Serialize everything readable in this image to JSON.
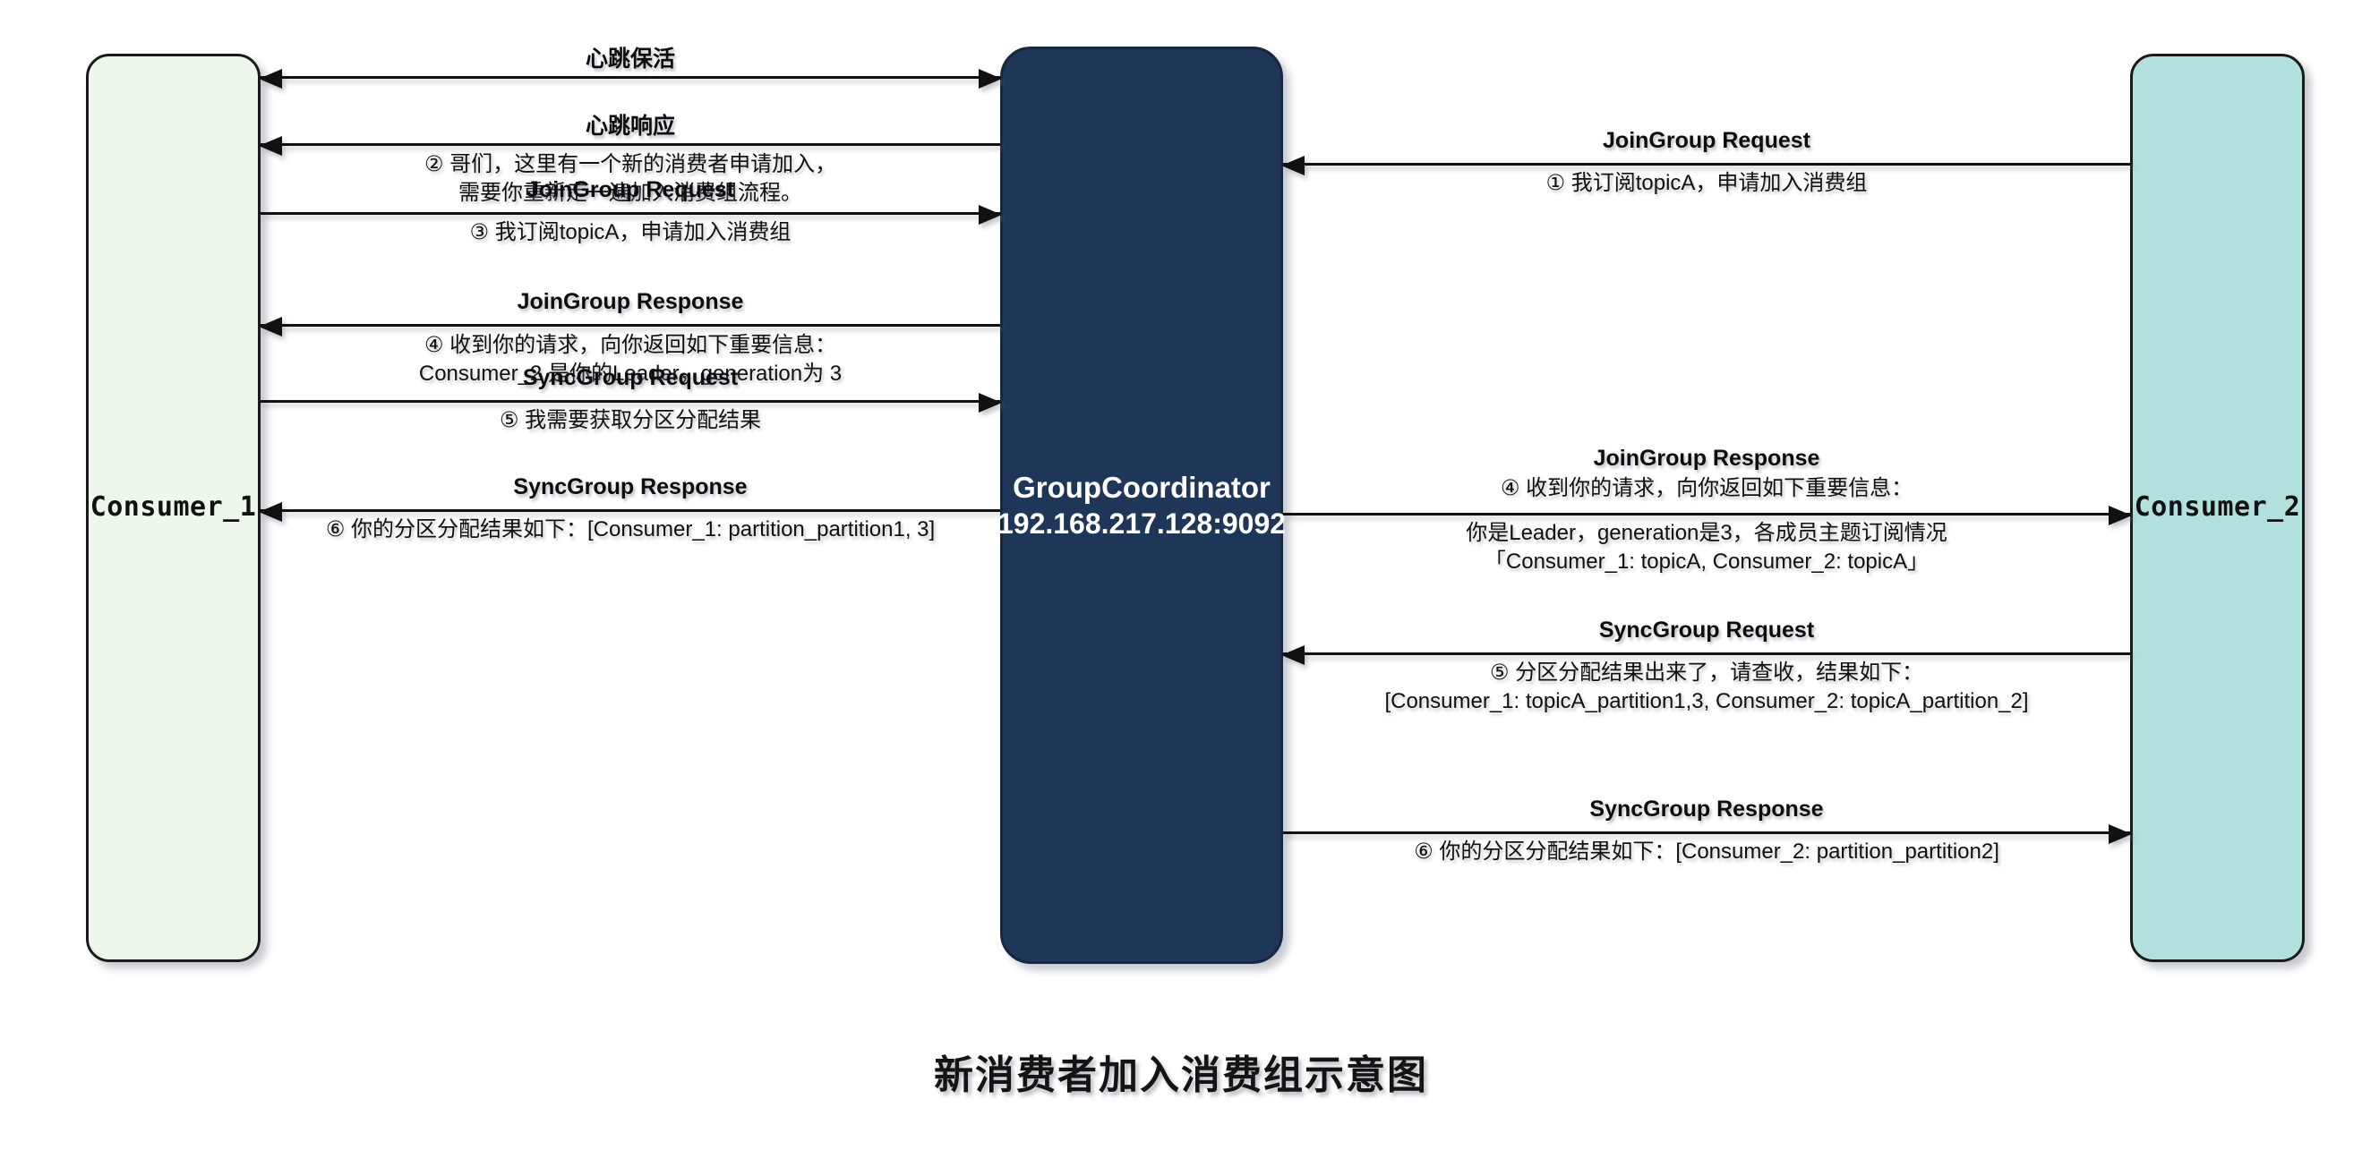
{
  "diagram": {
    "title": "新消费者加入消费组示意图",
    "colors": {
      "consumer1_fill": "#eef7ec",
      "consumer2_fill": "#b2e0dd",
      "coordinator_fill": "#1e3657",
      "line": "#111111",
      "text": "#101010"
    }
  },
  "actors": {
    "consumer1": {
      "label": "Consumer_1"
    },
    "consumer2": {
      "label": "Consumer_2"
    },
    "coordinator": {
      "name": "GroupCoordinator",
      "address": "192.168.217.128:9092"
    }
  },
  "messages": {
    "left": [
      {
        "id": "heartbeat-keepalive",
        "title": "心跳保活",
        "direction": "both",
        "body": []
      },
      {
        "id": "heartbeat-response",
        "title": "心跳响应",
        "direction": "left",
        "body": [
          "② 哥们，这里有一个新的消费者申请加入，",
          "需要你重新走一遍加入消费组流程。"
        ]
      },
      {
        "id": "joingroup-request-c1",
        "title": "JoinGroup Request",
        "direction": "right",
        "body": [
          "③ 我订阅topicA，申请加入消费组"
        ]
      },
      {
        "id": "joingroup-response-c1",
        "title": "JoinGroup Response",
        "direction": "left",
        "body": [
          "④ 收到你的请求，向你返回如下重要信息：",
          "Consumer_2 是你的Leader，generation为 3"
        ]
      },
      {
        "id": "syncgroup-request-c1",
        "title": "SyncGroup Request",
        "direction": "right",
        "body": [
          "⑤ 我需要获取分区分配结果"
        ]
      },
      {
        "id": "syncgroup-response-c1",
        "title": "SyncGroup Response",
        "direction": "left",
        "body": [
          "⑥ 你的分区分配结果如下：[Consumer_1: partition_partition1, 3]"
        ]
      }
    ],
    "right": [
      {
        "id": "joingroup-request-c2",
        "title": "JoinGroup Request",
        "direction": "left",
        "body": [
          "① 我订阅topicA，申请加入消费组"
        ]
      },
      {
        "id": "joingroup-response-c2",
        "title": "JoinGroup Response",
        "direction": "right",
        "body": [
          "④ 收到你的请求，向你返回如下重要信息：",
          "你是Leader，generation是3，各成员主题订阅情况",
          "「Consumer_1: topicA, Consumer_2: topicA」"
        ]
      },
      {
        "id": "syncgroup-request-c2",
        "title": "SyncGroup Request",
        "direction": "left",
        "body": [
          "⑤ 分区分配结果出来了，请查收，结果如下：",
          "[Consumer_1: topicA_partition1,3, Consumer_2: topicA_partition_2]"
        ]
      },
      {
        "id": "syncgroup-response-c2",
        "title": "SyncGroup Response",
        "direction": "right",
        "body": [
          "⑥ 你的分区分配结果如下：[Consumer_2: partition_partition2]"
        ]
      }
    ]
  }
}
